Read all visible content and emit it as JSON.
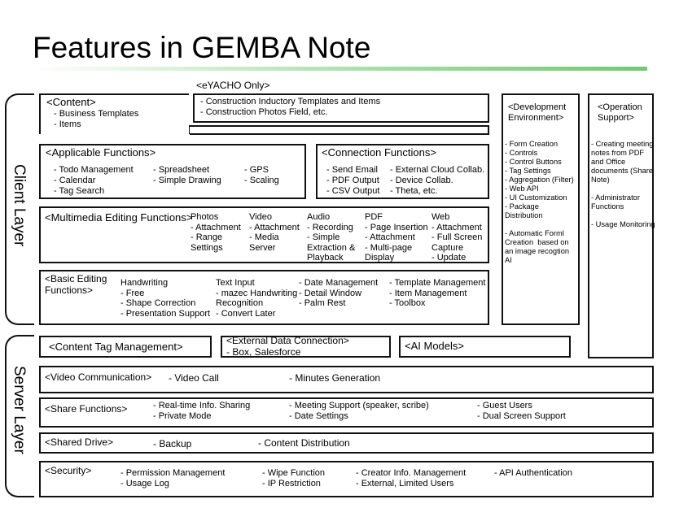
{
  "title": "Features in GEMBA Note",
  "layers": {
    "client": "Client Layer",
    "server": "Server Layer"
  },
  "content": {
    "header": "<Content>",
    "items": "- Business Templates\n- Items",
    "eyacho_label": "<eYACHO Only>",
    "eyacho_items": "- Construction Inductory Templates and Items\n- Construction Photos Field, etc."
  },
  "applicable": {
    "header": "<Applicable Functions>",
    "col1": "- Todo Management\n- Calendar\n- Tag Search",
    "col2": "- Spreadsheet\n- Simple Drawing",
    "col3": "- GPS\n- Scaling"
  },
  "connection": {
    "header": "<Connection Functions>",
    "col1": "- Send Email\n- PDF Output\n- CSV Output",
    "col2": "- External Cloud Collab.\n- Device Collab.\n- Theta, etc."
  },
  "multimedia": {
    "header": "<Multimedia Editing Functions>",
    "col1": "Photos\n- Attachment\n- Range\nSettings",
    "col2": "Video\n- Attachment\n- Media\nServer",
    "col3": "Audio\n- Recording\n- Simple\nExtraction &\nPlayback",
    "col4": "PDF\n- Page Insertion\n- Attachment\n- Multi-page\nDisplay",
    "col5": "Web\n- Attachment\n- Full Screen\nCapture\n- Update"
  },
  "basic": {
    "header": "<Basic Editing\nFunctions>",
    "col1": "Handwriting\n- Free\n- Shape Correction\n- Presentation Support",
    "col2": "Text Input\n- mazec Handwriting\nRecognition\n- Convert Later",
    "col3": "- Date Management\n- Detail Window\n- Palm Rest",
    "col4": "- Template Management\n- Item Management\n- Toolbox"
  },
  "development": {
    "header": "<Development\nEnvironment>",
    "items": "- Form Creation\n- Controls\n- Control Buttons\n- Tag Settings\n- Aggregation (Filter)\n- Web API\n- UI Customization\n- Package\nDistribution\n\n- Automatic Forml\nCreation  based on\nan image recogtion\nAI"
  },
  "operation": {
    "header": "<Operation\nSupport>",
    "items": "- Creating meeting\nnotes from PDF\nand Office\ndocuments (Share\nNote)\n\n- Administrator\nFunctions\n\n- Usage Monitoring"
  },
  "server": {
    "content_tag": "<Content Tag Management>",
    "external": "<External Data Connection>\n- Box, Salesforce",
    "ai_models": "<AI Models>",
    "video": {
      "header": "<Video Communication>",
      "col1": "- Video Call",
      "col2": "- Minutes Generation"
    },
    "share": {
      "header": "<Share Functions>",
      "col1": "- Real-time Info. Sharing\n- Private Mode",
      "col2": "- Meeting Support (speaker, scribe)\n- Date Settings",
      "col3": "- Guest Users\n- Dual Screen Support"
    },
    "drive": {
      "header": "<Shared Drive>",
      "col1": "- Backup",
      "col2": "- Content Distribution"
    },
    "security": {
      "header": "<Security>",
      "col1": "- Permission Management\n- Usage Log",
      "col2": "- Wipe Function\n- IP Restriction",
      "col3": "- Creator Info. Management\n- External, Limited Users",
      "col4": "- API Authentication"
    }
  }
}
